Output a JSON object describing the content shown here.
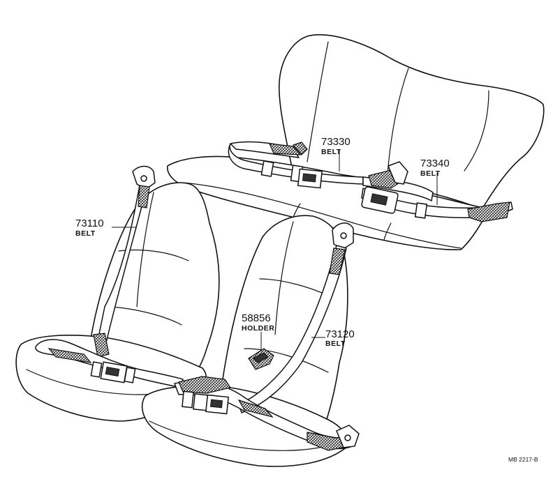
{
  "diagram": {
    "reference_code": "MB 2217-B",
    "parts": [
      {
        "id": "p73330",
        "number": "73330",
        "name": "BELT"
      },
      {
        "id": "p73340",
        "number": "73340",
        "name": "BELT"
      },
      {
        "id": "p73110",
        "number": "73110",
        "name": "BELT"
      },
      {
        "id": "p58856",
        "number": "58856",
        "name": "HOLDER"
      },
      {
        "id": "p73120",
        "number": "73120",
        "name": "BELT"
      }
    ]
  }
}
